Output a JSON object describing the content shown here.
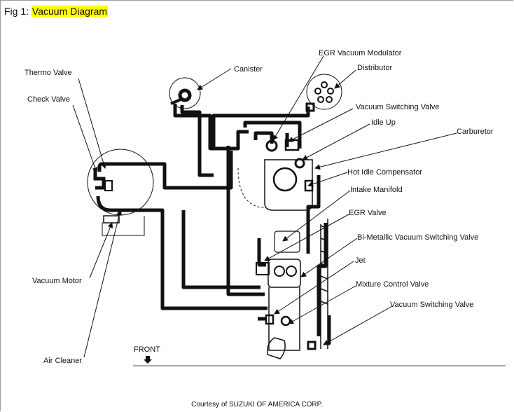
{
  "figure": {
    "label": "Fig 1:",
    "title": "Vacuum Diagram"
  },
  "labels": {
    "thermo_valve": "Thermo Valve",
    "check_valve": "Check Valve",
    "canister": "Canister",
    "egr_vacuum_modulator": "EGR Vacuum Modulator",
    "distributor": "Distributor",
    "vacuum_switching_valve_top": "Vacuum Switching Valve",
    "idle_up": "Idle Up",
    "carburetor": "Carburetor",
    "hot_idle_compensator": "Hot Idle Compensator",
    "intake_manifold": "Intake Manifold",
    "egr_valve": "EGR Valve",
    "bimetallic_vsv": "Bi-Metallic Vacuum Switching Valve",
    "jet": "Jet",
    "mixture_control_valve": "Mixture Control Valve",
    "vacuum_switching_valve_bottom": "Vacuum Switching Valve",
    "vacuum_motor": "Vacuum Motor",
    "air_cleaner": "Air Cleaner",
    "front": "FRONT"
  },
  "credit": "Courtesy of SUZUKI OF AMERICA CORP."
}
